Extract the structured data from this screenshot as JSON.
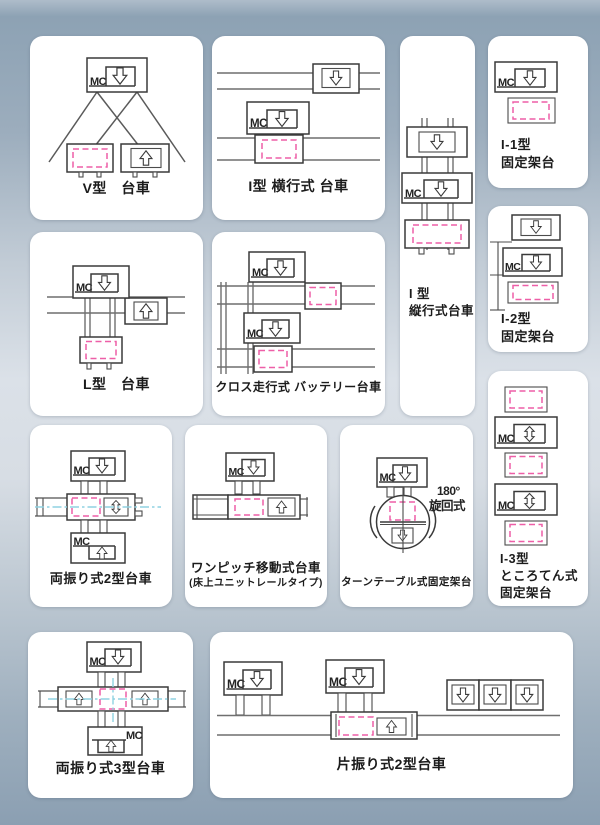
{
  "labels": {
    "mc": "MC"
  },
  "colors": {
    "magenta_dashed": "#ee5fa7",
    "cyan_centerline": "#8fd2e2",
    "line": "#3a3a3a",
    "rail": "#6f6f6f",
    "panel_bg": "#ffffff",
    "backdrop_top": "#8da2b4",
    "backdrop_mid": "#dbe1e8"
  },
  "icons": {
    "down_arrow": "⇩",
    "up_arrow": "⇧",
    "up_down_arrow": "⇳",
    "rotation_arc": "◜◝"
  },
  "panels": {
    "v_type": {
      "caption": "V型　台車"
    },
    "i_yoko": {
      "caption": "I型 横行式 台車"
    },
    "i_tate": {
      "caption_line1": "I 型",
      "caption_line2": "縦行式台車"
    },
    "i1": {
      "caption_line1": "I-1型",
      "caption_line2": "固定架台"
    },
    "i2": {
      "caption_line1": "I-2型",
      "caption_line2": "固定架台"
    },
    "l_type": {
      "caption": "L型　台車"
    },
    "cross": {
      "caption": "クロス走行式 バッテリー台車"
    },
    "ryofuri2": {
      "caption": "両振り式2型台車"
    },
    "onepitch": {
      "caption_line1": "ワンピッチ移動式台車",
      "caption_line2": "(床上ユニットレールタイプ)"
    },
    "turntable": {
      "caption": "ターンテーブル式固定架台",
      "note_line1": "180°",
      "note_line2": "旋回式"
    },
    "i3": {
      "caption_line1": "I-3型",
      "caption_line2": "ところてん式",
      "caption_line3": "固定架台"
    },
    "ryofuri3": {
      "caption": "両振り式3型台車"
    },
    "katafuri2": {
      "caption": "片振り式2型台車"
    }
  }
}
